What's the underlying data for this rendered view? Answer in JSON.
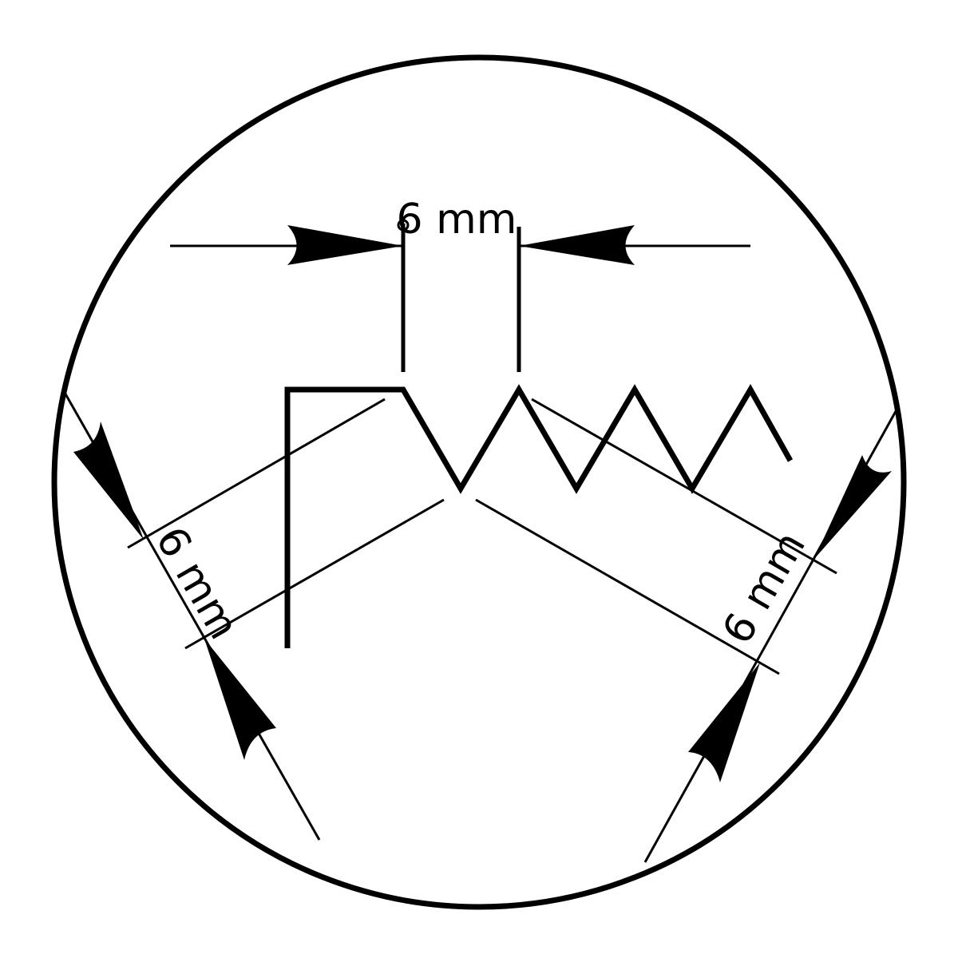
{
  "diagram": {
    "stroke_color": "#000000",
    "background_color": "#ffffff",
    "labels": {
      "top": "6 mm",
      "left": "6 mm",
      "right": "6 mm"
    }
  }
}
